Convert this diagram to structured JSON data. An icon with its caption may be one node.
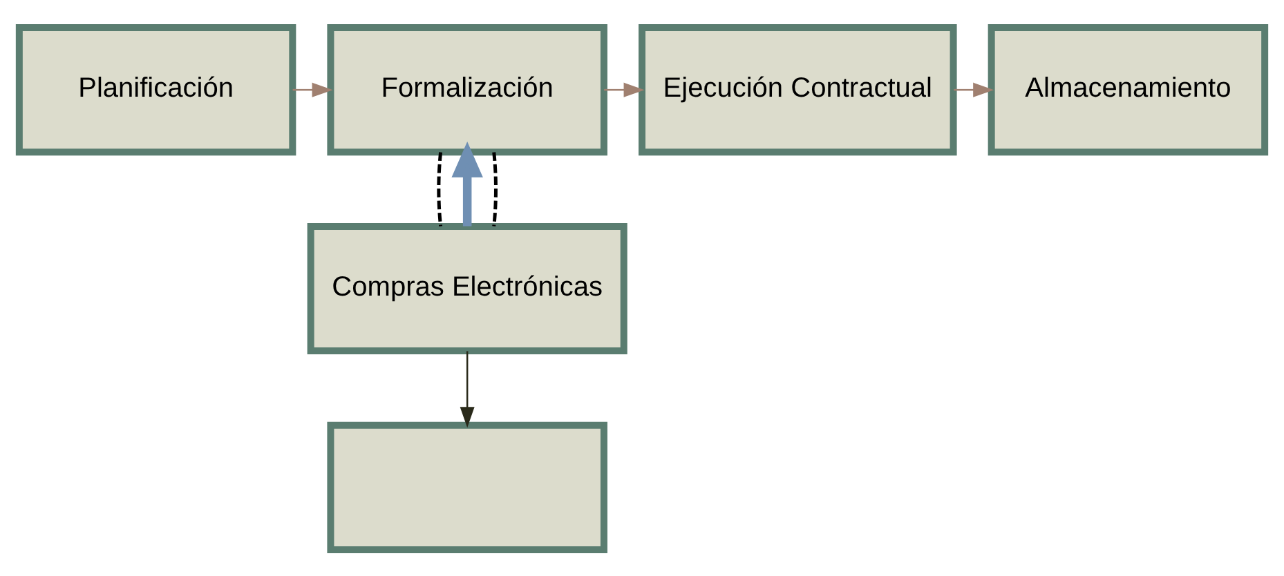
{
  "diagram": {
    "nodes": [
      {
        "text": [
          "Planificación"
        ]
      },
      {
        "text": [
          "Formalización"
        ]
      },
      {
        "text": [
          "Ejecución Contractual"
        ]
      },
      {
        "text": [
          "Almacenamiento"
        ]
      },
      {
        "text": [
          "Compras Electrónicas"
        ]
      },
      {
        "text": [],
        "shape": "box"
      }
    ],
    "edges": [
      {
        "from": 0,
        "to": 1,
        "arrow": "to"
      },
      {
        "from": 1,
        "to": 2,
        "arrow": "to"
      },
      {
        "from": 2,
        "to": 3,
        "arrow": "to"
      },
      {
        "from": 4,
        "to": 1,
        "arrow": "to",
        "style": "thick",
        "color": "#6f8fb3"
      },
      {
        "from": 1,
        "to": 4,
        "arrow": "none",
        "style": "dashed",
        "color": "#000000"
      },
      {
        "from": 1,
        "to": 4,
        "arrow": "none",
        "style": "dashed",
        "color": "#000000"
      },
      {
        "from": 4,
        "to": 5,
        "arrow": "to",
        "color": "#2a2a1a"
      }
    ]
  }
}
